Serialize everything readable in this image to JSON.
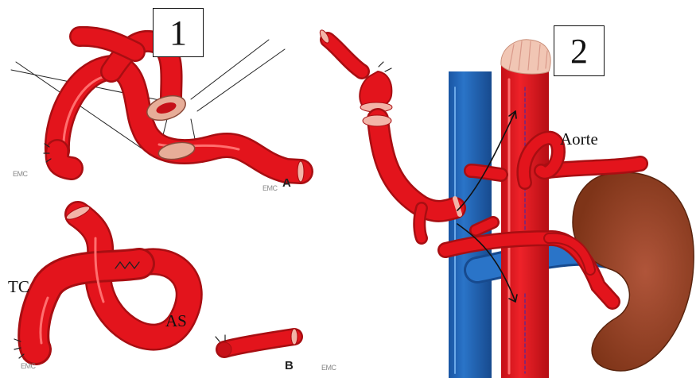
{
  "figure": {
    "panel_1_number": "1",
    "panel_2_number": "2",
    "labels": {
      "aorte": "Aorte",
      "tc": "TC",
      "as": "AS",
      "sub_a": "A",
      "sub_b": "B"
    },
    "watermarks": [
      "EMC",
      "EMC",
      "EMC",
      "EMC"
    ],
    "colors": {
      "artery": "#e3141c",
      "artery_dark": "#a80e12",
      "vein": "#1f63b8",
      "kidney": "#9a4628",
      "patch": "#e7ad98",
      "fat": "#f1c6b4"
    }
  }
}
